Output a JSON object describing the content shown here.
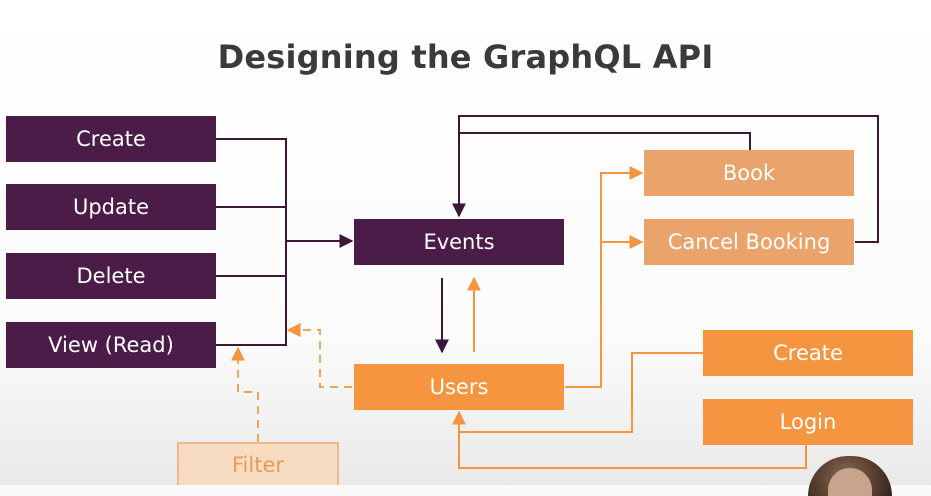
{
  "slide": {
    "title": "Designing the GraphQL API"
  },
  "boxes": {
    "create_left": "Create",
    "update": "Update",
    "delete": "Delete",
    "view_read": "View (Read)",
    "events": "Events",
    "users": "Users",
    "book": "Book",
    "cancel_booking": "Cancel Booking",
    "create_right": "Create",
    "login": "Login",
    "filter": "Filter"
  },
  "colors": {
    "dark_purple": "#4a1c47",
    "orange": "#f6953f",
    "tan": "#e9a36b",
    "pale_orange": "#f7dcc2",
    "title": "#3a3a3a"
  }
}
